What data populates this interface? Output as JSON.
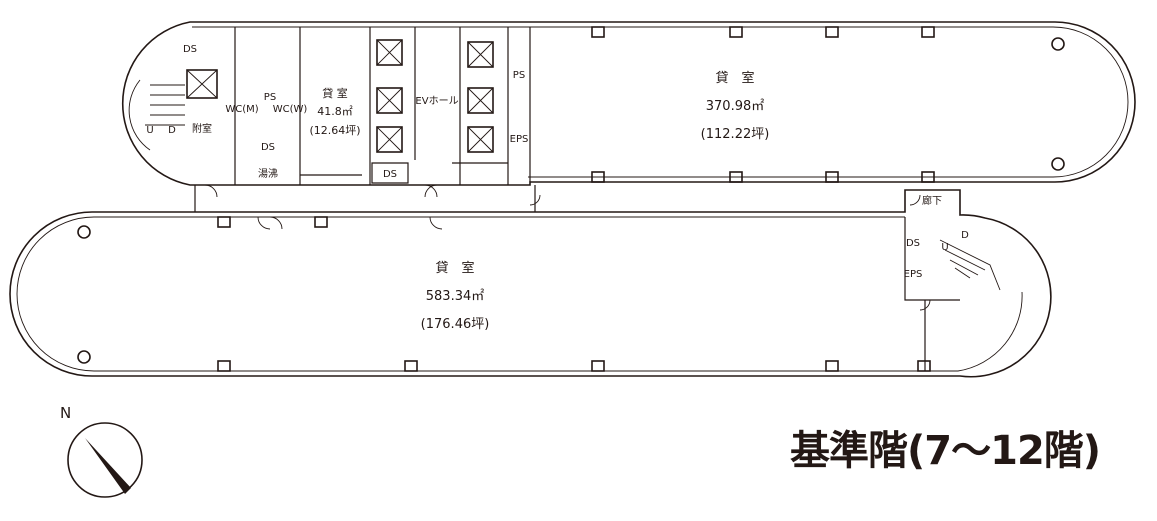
{
  "floor_title": "基準階(7〜12階)",
  "compass": {
    "letter": "N",
    "icon": "north-arrow-icon"
  },
  "rooms": {
    "office_large": {
      "name": "貸　室",
      "area": "583.34㎡",
      "tsubo": "(176.46坪)"
    },
    "office_upper_right": {
      "name": "貸　室",
      "area": "370.98㎡",
      "tsubo": "(112.22坪)"
    },
    "office_small": {
      "name": "貸 室",
      "area": "41.8㎡",
      "tsubo": "(12.64坪)"
    }
  },
  "labels": {
    "ev_hall": "EVホール",
    "ds": "DS",
    "ps": "PS",
    "eps": "EPS",
    "annex": "附室",
    "corridor": "廊下",
    "kettle": "湯沸",
    "wc_m": "WC(M)",
    "wc_w": "WC(W)",
    "u": "U",
    "d": "D"
  },
  "colors": {
    "line": "#231815",
    "background": "#ffffff"
  }
}
